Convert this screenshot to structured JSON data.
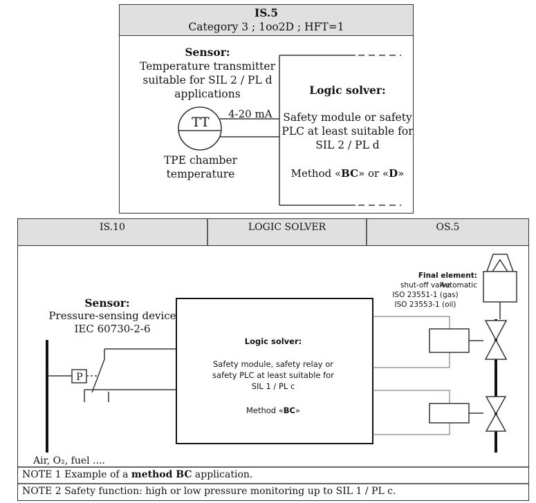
{
  "top_panel": {
    "title": "IS.5",
    "subtitle": "Category 3 ; 1oo2D ; HFT=1",
    "sensor_heading": "Sensor:",
    "sensor_desc_1": "Temperature transmitter",
    "sensor_desc_2": "suitable for SIL 2 / PL d",
    "sensor_desc_3": "applications",
    "tt_symbol": "TT",
    "signal": "4-20 mA",
    "location_1": "TPE chamber",
    "location_2": "temperature",
    "logic_heading": "Logic solver:",
    "logic_desc_1": "Safety module or safety",
    "logic_desc_2": "PLC at least suitable for",
    "logic_desc_3": "SIL 2 / PL d",
    "method_prefix": "Method «",
    "method_1": "BC",
    "method_mid": "» or «",
    "method_2": "D",
    "method_suffix": "»"
  },
  "bottom_panel": {
    "columns": [
      "IS.10",
      "LOGIC SOLVER",
      "OS.5"
    ],
    "sensor_heading": "Sensor:",
    "sensor_desc_1": "Pressure-sensing device",
    "sensor_desc_2": "IEC 60730-2-6",
    "p_symbol": "P",
    "medium": "Air, O₂, fuel ....",
    "logic_heading": "Logic solver:",
    "logic_desc_1": "Safety module, safety  relay  or",
    "logic_desc_2": "safety PLC at least suitable for",
    "logic_desc_3": "SIL 1 / PL c",
    "method_prefix": "Method «",
    "method_bold": "BC",
    "method_suffix": "»",
    "final_heading": "Final element:",
    "final_heading_rest": " Automatic",
    "final_desc_1": "shut-off valve",
    "final_desc_2": "ISO 23551-1 (gas)",
    "final_desc_3": "ISO 23553-1 (oil)"
  },
  "notes": {
    "note1_prefix": "NOTE 1  Example of a ",
    "note1_bold": "method BC",
    "note1_suffix": " application.",
    "note2": "NOTE 2  Safety function: high or low pressure monitoring up to SIL 1 / PL c."
  }
}
